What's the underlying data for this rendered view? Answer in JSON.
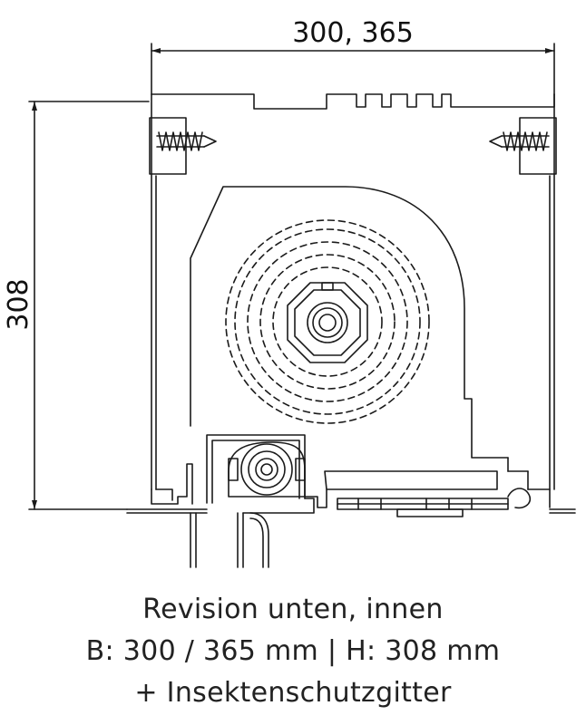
{
  "dimensions": {
    "width_label": "300, 365",
    "height_label": "308"
  },
  "caption": {
    "line1": "Revision unten, innen",
    "line2": "B: 300 / 365 mm | H: 308 mm",
    "line3": "+ Insektenschutzgitter"
  },
  "colors": {
    "line": "#1a1a1a",
    "background": "#ffffff"
  }
}
